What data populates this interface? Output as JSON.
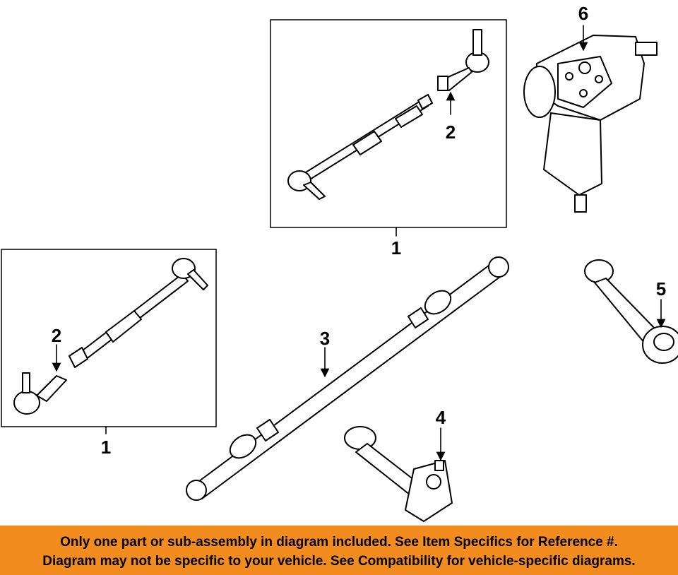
{
  "callouts": {
    "tie_rod_upper": "1",
    "tie_rod_left": "1",
    "tie_rod_end_upper": "2",
    "tie_rod_end_left": "2",
    "center_link": "3",
    "idler_arm": "4",
    "pitman_arm": "5",
    "steering_gear": "6"
  },
  "banner": {
    "line1": "Only one part or sub-assembly in diagram included. See Item Specifics for Reference #.",
    "line2": "Diagram may not be specific to your vehicle. See Compatibility for vehicle-specific diagrams."
  },
  "colors": {
    "banner_bg": "#f28c1e",
    "line": "#000000",
    "background": "#ffffff"
  }
}
